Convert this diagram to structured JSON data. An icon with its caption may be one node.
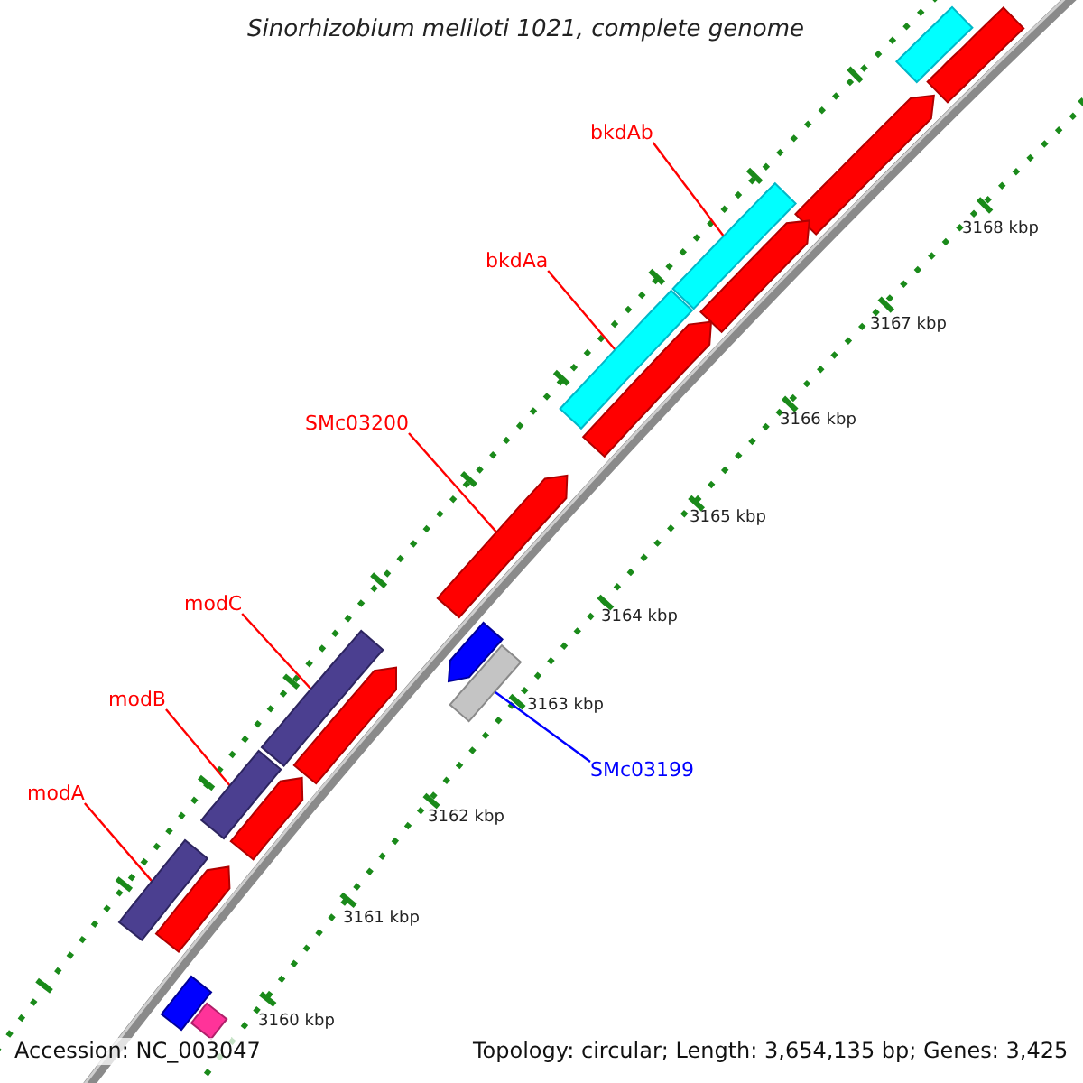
{
  "diagram": {
    "title": "Sinorhizobium meliloti 1021, complete genome",
    "nodes": [
      {
        "text": [
          "bkdAb"
        ]
      },
      {
        "text": [
          "bkdAa"
        ]
      },
      {
        "text": [
          "SMc03200"
        ]
      },
      {
        "text": [
          "modC"
        ]
      },
      {
        "text": [
          "modB"
        ]
      },
      {
        "text": [
          "modA"
        ]
      },
      {
        "text": [
          "SMc03199"
        ]
      },
      {
        "text": [],
        "shape": "bar"
      },
      {
        "text": [],
        "shape": "bar"
      },
      {
        "text": [],
        "shape": "bar"
      },
      {
        "text": [],
        "shape": "bar"
      },
      {
        "text": [],
        "shape": "bar"
      },
      {
        "text": [],
        "shape": "bar"
      },
      {
        "text": [],
        "shape": "bar"
      },
      {
        "text": [],
        "shape": "bar"
      },
      {
        "text": [],
        "shape": "bar"
      },
      {
        "text": [],
        "shape": "bar"
      },
      {
        "text": [],
        "shape": "bar"
      },
      {
        "text": [],
        "shape": "bar"
      },
      {
        "text": [],
        "shape": "bar"
      },
      {
        "text": [],
        "shape": "bar"
      },
      {
        "text": [],
        "shape": "bar"
      },
      {
        "text": [],
        "shape": "bar"
      },
      {
        "text": [],
        "shape": "bar"
      },
      {
        "text": [],
        "shape": "bar"
      }
    ],
    "edges": [
      {
        "from": 0,
        "to": 10,
        "arrow": "none"
      },
      {
        "from": 1,
        "to": 12,
        "arrow": "none"
      },
      {
        "from": 2,
        "to": 14,
        "arrow": "none"
      },
      {
        "from": 3,
        "to": 17,
        "arrow": "none"
      },
      {
        "from": 4,
        "to": 19,
        "arrow": "none"
      },
      {
        "from": 5,
        "to": 21,
        "arrow": "none"
      },
      {
        "from": 6,
        "to": 16,
        "arrow": "none",
        "color": "#0000ff"
      }
    ],
    "labels": [
      "3168 kbp",
      "3167 kbp",
      "3166 kbp",
      "3165 kbp",
      "3164 kbp",
      "3163 kbp",
      "3162 kbp",
      "3161 kbp",
      "3160 kbp",
      "Accession: NC_003047",
      "Topology: circular; Length: 3,654,135 bp; Genes: 3,425"
    ]
  }
}
